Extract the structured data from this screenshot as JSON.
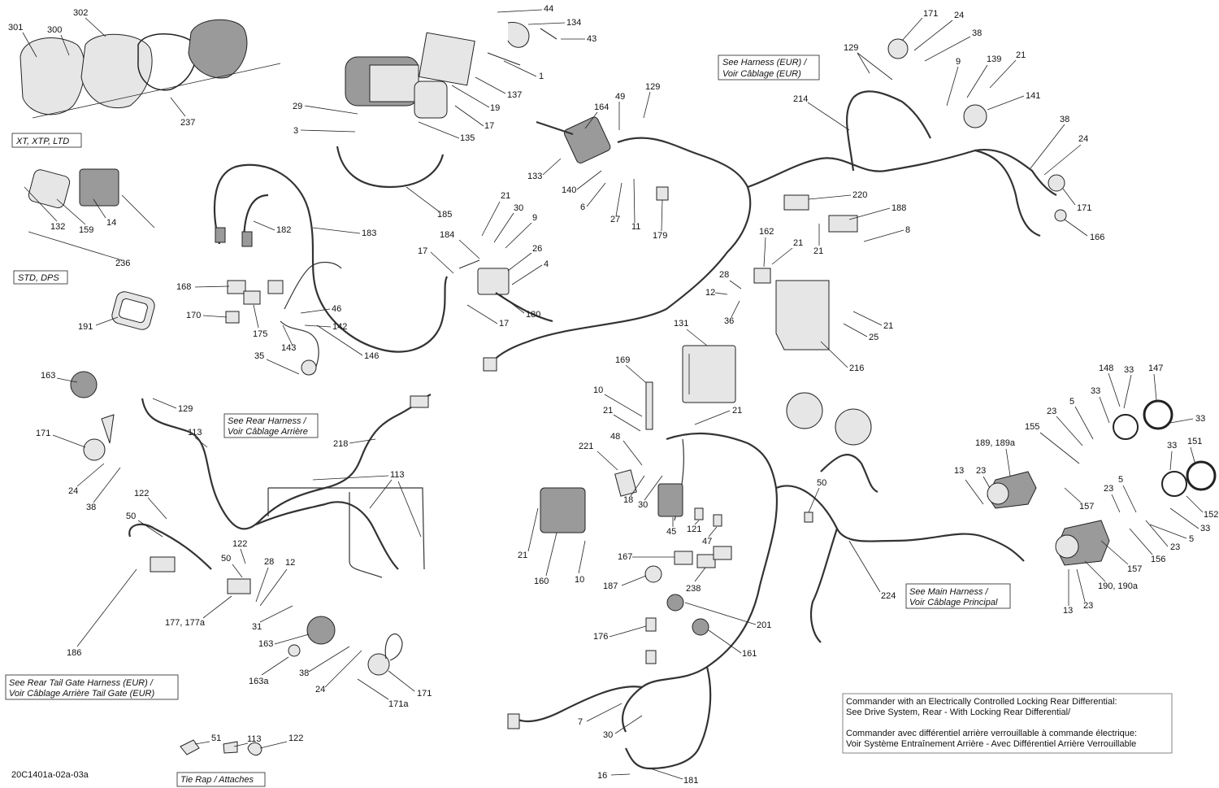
{
  "diagram_id": "20C1401a-02a-03a",
  "boxed_labels": {
    "xt_xtp_ltd": "XT, XTP, LTD",
    "std_dps": "STD, DPS",
    "harness_eur": [
      "See Harness (EUR) /",
      "Voir Câblage (EUR)"
    ],
    "rear_harness": [
      "See Rear Harness /",
      "Voir Câblage Arrière"
    ],
    "main_harness": [
      "See Main Harness /",
      "Voir Câblage Principal"
    ],
    "tail_gate": [
      "See Rear Tail Gate Harness (EUR) /",
      "Voir Câblage Arrière Tail Gate (EUR)"
    ],
    "tie_rap": "Tie Rap / Attaches"
  },
  "note_lines": [
    "Commander with an Electrically Controlled Locking Rear Differential:",
    "See Drive System, Rear - With Locking Rear Differential/",
    "",
    "Commander avec différentiel arrière verrouillable à commande électrique:",
    "Voir Système Entraînement Arrière - Avec Différentiel Arrière Verrouillable"
  ],
  "callouts": {
    "c301": "301",
    "c300": "300",
    "c302": "302",
    "c237": "237",
    "c132": "132",
    "c159": "159",
    "c14": "14",
    "c236": "236",
    "c191": "191",
    "c29": "29",
    "c3": "3",
    "c135": "135",
    "c17a": "17",
    "c19": "19",
    "c137": "137",
    "c1": "1",
    "c43": "43",
    "c134": "134",
    "c44": "44",
    "c183": "183",
    "c182": "182",
    "c185": "185",
    "c168": "168",
    "c170": "170",
    "c175": "175",
    "c46": "46",
    "c142": "142",
    "c143": "143",
    "c146": "146",
    "c35": "35",
    "c184": "184",
    "c17b": "17",
    "c21a": "21",
    "c30a": "30",
    "c9a": "9",
    "c26": "26",
    "c4": "4",
    "c180": "180",
    "c17c": "17",
    "c164": "164",
    "c49": "49",
    "c129a": "129",
    "c133": "133",
    "c140": "140",
    "c6": "6",
    "c27": "27",
    "c11": "11",
    "c179": "179",
    "c214": "214",
    "c129b": "129",
    "c171a": "171",
    "c24a": "24",
    "c38a": "38",
    "c9b": "9",
    "c139": "139",
    "c21b": "21",
    "c141": "141",
    "c38b": "38",
    "c24b": "24",
    "c171b": "171",
    "c166": "166",
    "c220": "220",
    "c188": "188",
    "c8": "8",
    "c21c": "21",
    "c162": "162",
    "c21d": "21",
    "c28a": "28",
    "c12a": "12",
    "c36": "36",
    "c131": "131",
    "c21e": "21",
    "c25": "25",
    "c216": "216",
    "c169": "169",
    "c10a": "10",
    "c21f": "21",
    "c21g": "21",
    "c163a": "163",
    "c129c": "129",
    "c113a": "113",
    "c171c": "171",
    "c24c": "24",
    "c38c": "38",
    "c218": "218",
    "c113b": "113",
    "c122a": "122",
    "c50a": "50",
    "c122b": "122",
    "c50b": "50",
    "c28b": "28",
    "c12b": "12",
    "c186": "186",
    "c177": "177, 177a",
    "c31": "31",
    "c163b": "163",
    "c163a2": "163a",
    "c38d": "38",
    "c24d": "24",
    "c171d": "171",
    "c171a2": "171a",
    "c51": "51",
    "c113c": "113",
    "c122c": "122",
    "c48": "48",
    "c221": "221",
    "c18": "18",
    "c30b": "30",
    "c21h": "21",
    "c160": "160",
    "c10b": "10",
    "c45": "45",
    "c121": "121",
    "c47": "47",
    "c167": "167",
    "c187": "187",
    "c238": "238",
    "c50c": "50",
    "c224": "224",
    "c201": "201",
    "c176": "176",
    "c161": "161",
    "c7": "7",
    "c30c": "30",
    "c16": "16",
    "c181": "181",
    "c148": "148",
    "c33a": "33",
    "c147": "147",
    "c33b": "33",
    "c33c": "33",
    "c23a": "23",
    "c5a": "5",
    "c155": "155",
    "c189": "189, 189a",
    "c33d": "33",
    "c151": "151",
    "c13a": "13",
    "c23b": "23",
    "c157a": "157",
    "c152": "152",
    "c23c": "23",
    "c5b": "5",
    "c33e": "33",
    "c23d": "23",
    "c5c": "5",
    "c156": "156",
    "c157b": "157",
    "c190": "190, 190a",
    "c13b": "13",
    "c23e": "23"
  },
  "colors": {
    "line": "#222222",
    "part_fill": "#e6e6e6",
    "part_dark": "#9a9a9a",
    "background": "#ffffff"
  }
}
